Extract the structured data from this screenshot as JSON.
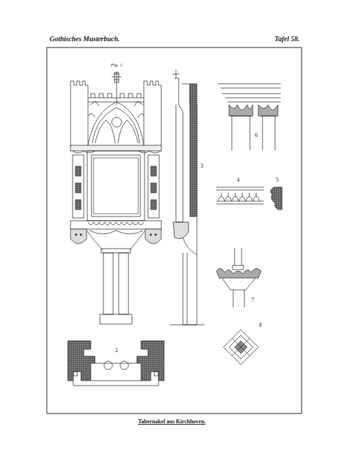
{
  "diagram": {
    "caption": "Tabernakel aus Kirchhoven.",
    "labels": [
      "Gothisches Musterbuch.",
      "Tafel 58.",
      "Fig. 1",
      "2",
      "3",
      "4",
      "5",
      "6",
      "7",
      "8"
    ]
  }
}
